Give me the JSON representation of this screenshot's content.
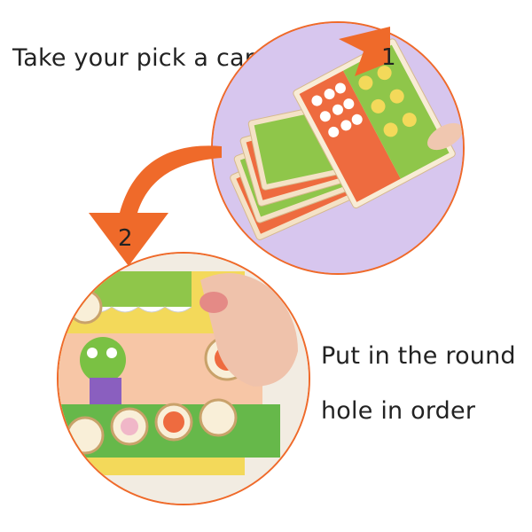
{
  "captions": {
    "step1": "Take your pick a card",
    "step2_line1": "Put in the round",
    "step2_line2": "hole in order"
  },
  "steps": {
    "one": "1",
    "two": "2"
  },
  "colors": {
    "accent": "#ef6a2a",
    "card_orange": "#ee6b3f",
    "card_green": "#8fc64a",
    "board_yellow": "#f3d95a"
  }
}
